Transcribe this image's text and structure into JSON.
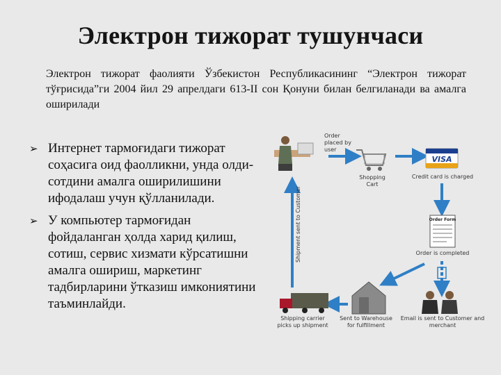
{
  "title": "Электрон тижорат тушунчаси",
  "intro": "Электрон тижорат фаолияти Ўзбекистон Республикасининг “Электрон тижорат тўғрисида”ги 2004 йил 29 апрелдаги 613-II сон Қонуни билан белгиланади ва амалга оширилади",
  "bullets": [
    "Интернет тармоғидаги тижорат соҳасига оид фаолликни, унда олди-сотдини амалга оширилишини ифодалаш учун қўлланилади.",
    "У компьютер тармоғидан фойдаланган ҳолда харид қилиш, сотиш, сервис хизмати кўрсатишни амалга ошириш, маркетинг тадбирларини ўтказиш имкониятини таъминлайди."
  ],
  "diagram": {
    "order_placed": "Order placed by user",
    "shopping_cart": "Shopping Cart",
    "credit_card": "Credit card is charged",
    "visa_text": "VISA",
    "order_form_text": "Order Form",
    "order_completed": "Order is completed",
    "email_sent": "Email is sent to Customer and merchant",
    "warehouse": "Sent to Warehouse for fulfillment",
    "shipping_carrier": "Shipping carrier picks up shipment",
    "shipment_sent": "Shipment sent to Customer"
  },
  "colors": {
    "arrow": "#2f7fc6",
    "background": "#e9e9e9",
    "visa_blue": "#1a3f8f",
    "visa_gold": "#e8a317"
  }
}
